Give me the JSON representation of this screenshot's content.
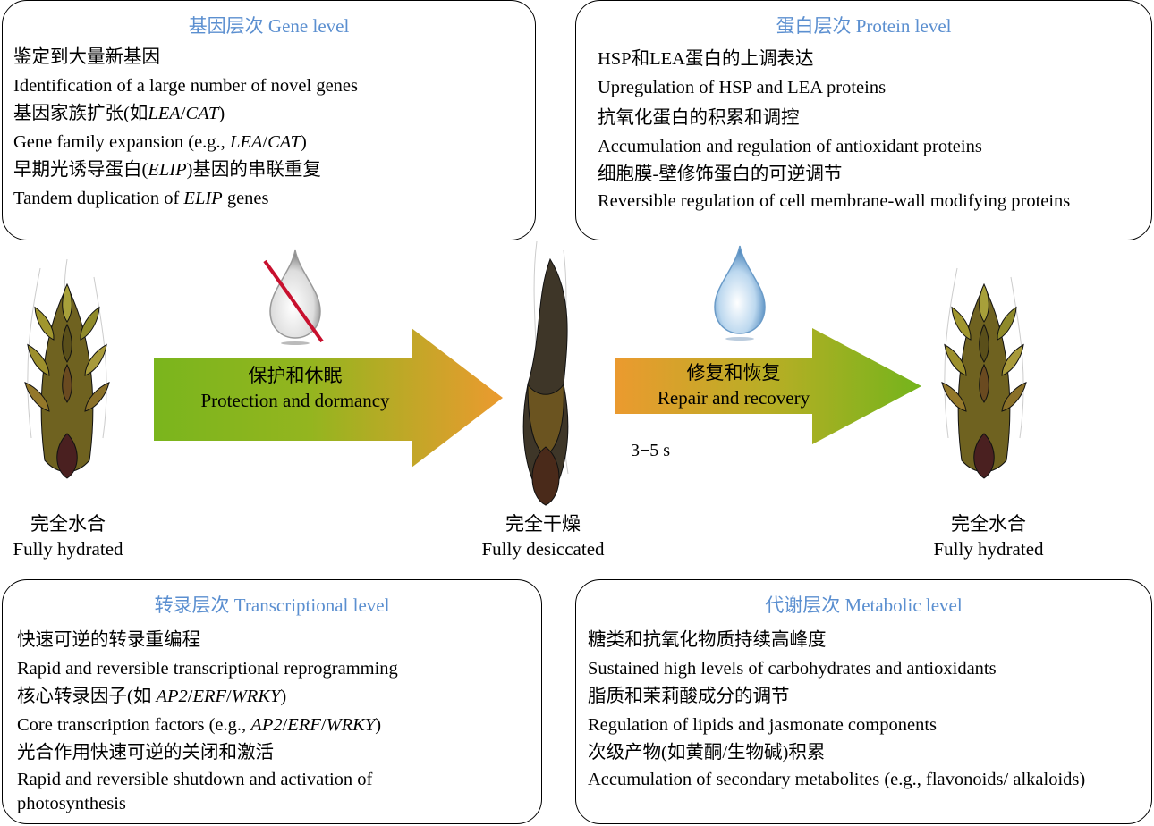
{
  "gene": {
    "title": "基因层次 Gene level",
    "items": [
      {
        "zh": "鉴定到大量新基因",
        "en": "Identification of a large number of novel genes"
      },
      {
        "zh_pre": "基因家族扩张(如",
        "zh_it": "LEA",
        "zh_mid": "/",
        "zh_it2": "CAT",
        "zh_post": ")",
        "en_pre": "Gene family expansion (e.g., ",
        "en_it": "LEA",
        "en_mid": "/",
        "en_it2": "CAT",
        "en_post": ")"
      },
      {
        "zh_pre": "早期光诱导蛋白(",
        "zh_it": "ELIP",
        "zh_post": ")基因的串联重复",
        "en_pre": "Tandem duplication of ",
        "en_it": "ELIP",
        "en_post": " genes"
      }
    ]
  },
  "protein": {
    "title": "蛋白层次 Protein level",
    "items": [
      {
        "zh": "HSP和LEA蛋白的上调表达",
        "en": "Upregulation of HSP and LEA proteins"
      },
      {
        "zh": "抗氧化蛋白的积累和调控",
        "en": "Accumulation and regulation of antioxidant proteins"
      },
      {
        "zh": "细胞膜-壁修饰蛋白的可逆调节",
        "en": "Reversible regulation of cell membrane-wall modifying proteins"
      }
    ]
  },
  "transcriptional": {
    "title": "转录层次 Transcriptional level",
    "items": [
      {
        "zh": "快速可逆的转录重编程",
        "en": "Rapid and reversible transcriptional reprogramming"
      },
      {
        "zh_pre": "核心转录因子(如 ",
        "zh_it": "AP2",
        "zh_mid": "/",
        "zh_it2": "ERF",
        "zh_mid2": "/",
        "zh_it3": "WRKY",
        "zh_post": ")",
        "en_pre": "Core transcription factors (e.g., ",
        "en_it": "AP2",
        "en_mid": "/",
        "en_it2": "ERF",
        "en_mid2": "/",
        "en_it3": "WRKY",
        "en_post": ")"
      },
      {
        "zh": "光合作用快速可逆的关闭和激活",
        "en": "Rapid and reversible shutdown and activation of photosynthesis"
      }
    ]
  },
  "metabolic": {
    "title": "代谢层次 Metabolic level",
    "items": [
      {
        "zh": "糖类和抗氧化物质持续高峰度",
        "en": "Sustained high levels of carbohydrates and antioxidants"
      },
      {
        "zh": "脂质和茉莉酸成分的调节",
        "en": "Regulation of lipids and jasmonate components"
      },
      {
        "zh": "次级产物(如黄酮/生物碱)积累",
        "en": "Accumulation of secondary metabolites (e.g., flavonoids/ alkaloids)"
      }
    ]
  },
  "arrows": {
    "protection": {
      "zh": "保护和休眠",
      "en": "Protection and dormancy"
    },
    "repair": {
      "zh": "修复和恢复",
      "en": "Repair and recovery"
    },
    "time": "3−5 s"
  },
  "states": {
    "left": {
      "zh": "完全水合",
      "en": "Fully hydrated"
    },
    "middle": {
      "zh": "完全干燥",
      "en": "Fully desiccated"
    },
    "right": {
      "zh": "完全水合",
      "en": "Fully hydrated"
    }
  },
  "colors": {
    "title": "#5b8fd0",
    "green": "#7cb51e",
    "orange": "#e89a2e",
    "no_water": "#c8102e"
  }
}
